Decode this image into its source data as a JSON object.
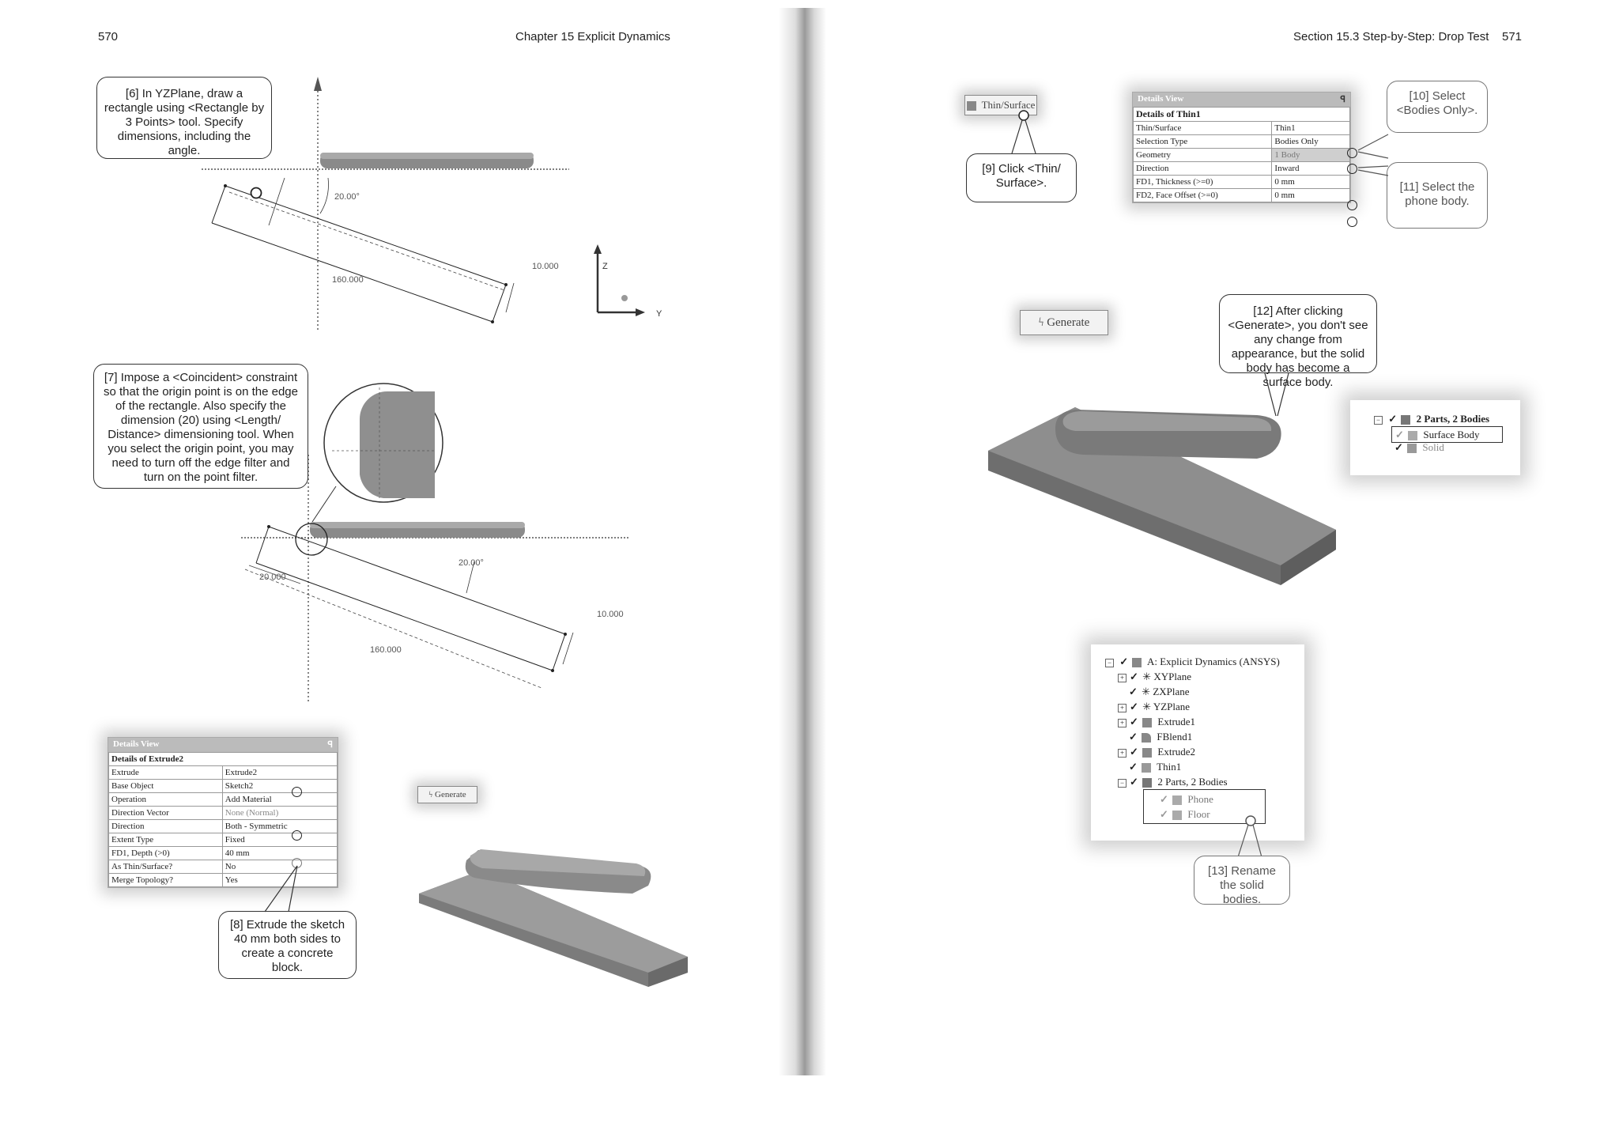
{
  "left_page": {
    "page_number": "570",
    "running_head": "Chapter 15 Explicit Dynamics",
    "callout_6": "[6] In YZPlane, draw a rectangle using <Rectangle by 3 Points> tool. Specify dimensions, including the angle.",
    "callout_7": "[7] Impose a <Coincident> constraint so that the origin point is on the edge of the rectangle. Also specify the dimension (20) using <Length/ Distance> dimensioning tool. When you select the origin point, you may need to turn off the edge filter and turn on the point filter.",
    "callout_8": "[8] Extrude the sketch 40 mm both sides to create a concrete block.",
    "sketch1": {
      "angle": "20.00°",
      "length": "160.000",
      "width": "10.000",
      "axis_z": "Z",
      "axis_y": "Y"
    },
    "sketch2": {
      "angle": "20.00°",
      "length": "160.000",
      "width": "10.000",
      "offset": "20.000"
    },
    "details_extrude": {
      "title": "Details View",
      "pin": "ꟼ",
      "header": "Details of Extrude2",
      "rows": [
        [
          "Extrude",
          "Extrude2"
        ],
        [
          "Base Object",
          "Sketch2"
        ],
        [
          "Operation",
          "Add Material"
        ],
        [
          "Direction Vector",
          "None (Normal)"
        ],
        [
          "Direction",
          "Both - Symmetric"
        ],
        [
          "Extent Type",
          "Fixed"
        ],
        [
          "FD1, Depth (>0)",
          "40 mm"
        ],
        [
          "As Thin/Surface?",
          "No"
        ],
        [
          "Merge Topology?",
          "Yes"
        ]
      ]
    },
    "generate_button": "Generate"
  },
  "right_page": {
    "page_number": "571",
    "running_head": "Section 15.3 Step-by-Step: Drop Test",
    "thin_surface_button": "Thin/Surface",
    "callout_9": "[9] Click <Thin/ Surface>.",
    "callout_10": "[10] Select <Bodies Only>.",
    "callout_11": "[11] Select the phone body.",
    "callout_12": "[12] After clicking <Generate>, you don't see any change from appearance, but the solid body has become a surface body.",
    "callout_13": "[13] Rename the solid bodies.",
    "details_thin": {
      "title": "Details View",
      "pin": "ꟼ",
      "header": "Details of Thin1",
      "rows": [
        [
          "Thin/Surface",
          "Thin1"
        ],
        [
          "Selection Type",
          "Bodies Only"
        ],
        [
          "Geometry",
          "1 Body"
        ],
        [
          "Direction",
          "Inward"
        ],
        [
          "FD1, Thickness (>=0)",
          "0 mm"
        ],
        [
          "FD2, Face Offset (>=0)",
          "0 mm"
        ]
      ]
    },
    "generate_button": "Generate",
    "bodies_tree": {
      "parent": "2 Parts, 2 Bodies",
      "child1": "Surface Body",
      "child2": "Solid"
    },
    "model_tree": {
      "root": "A: Explicit Dynamics (ANSYS)",
      "items": [
        "XYPlane",
        "ZXPlane",
        "YZPlane",
        "Extrude1",
        "FBlend1",
        "Extrude2",
        "Thin1",
        "2 Parts, 2 Bodies"
      ],
      "renamed": [
        "Phone",
        "Floor"
      ]
    }
  }
}
